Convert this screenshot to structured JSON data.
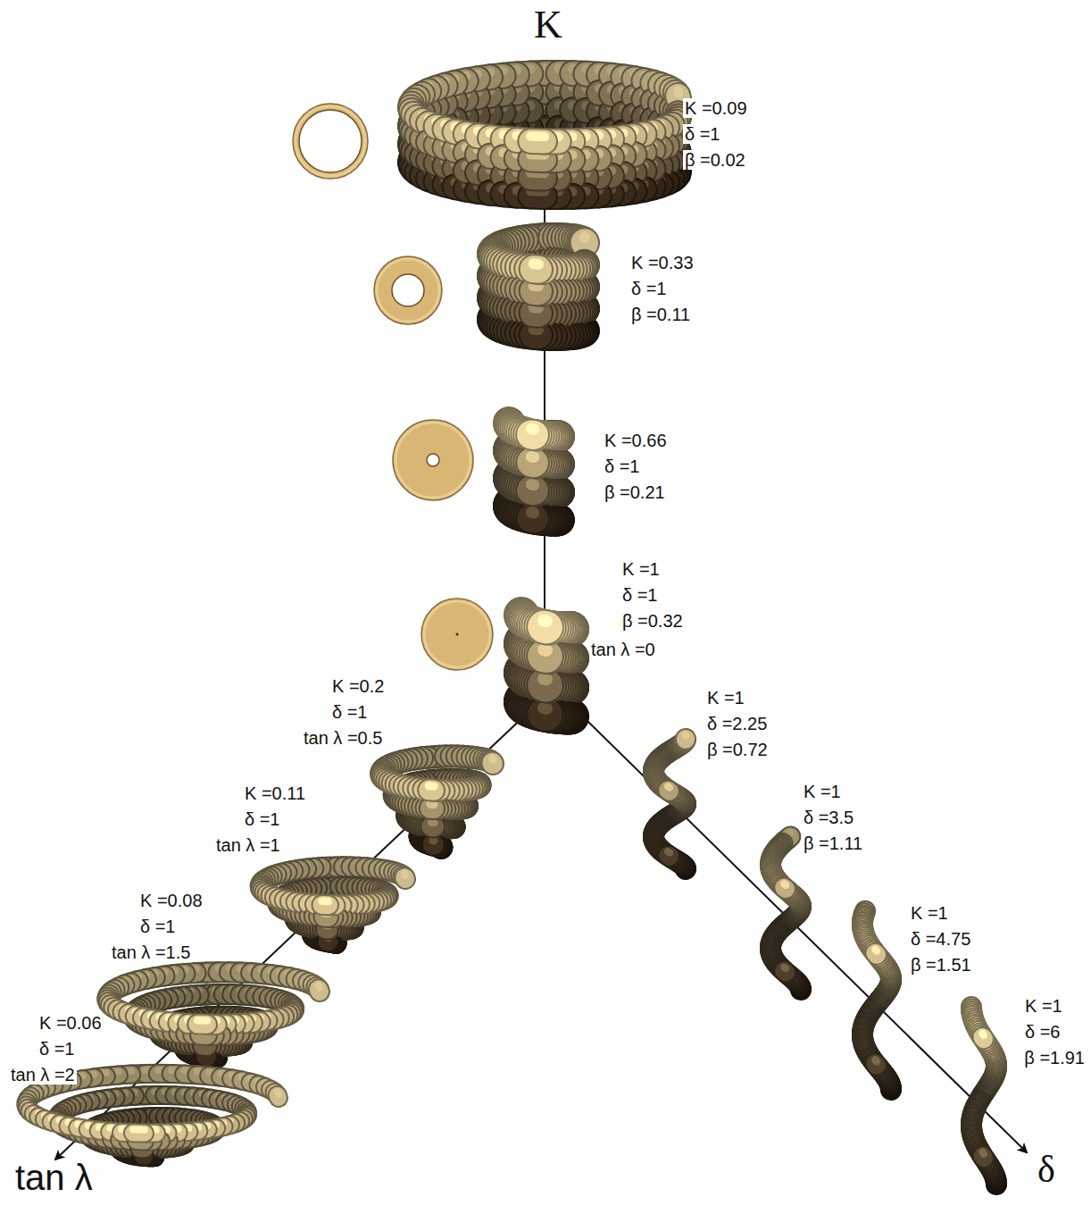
{
  "diagram": {
    "labels": [
      "K",
      "K =0.09",
      "δ =1",
      "β =0.02",
      "K =0.33",
      "δ =1",
      "β =0.11",
      "K =0.66",
      "δ =1",
      "β =0.21",
      "K =1",
      "δ =1",
      "β =0.32",
      "tan λ =0",
      "K =0.2",
      "δ =1",
      "tan λ =0.5",
      "K =0.11",
      "δ =1",
      "tan λ =1",
      "K =0.08",
      "δ =1",
      "tan λ =1.5",
      "K =0.06",
      "δ =1",
      "tan λ =2",
      "K =1",
      "δ =2.25",
      "β =0.72",
      "K =1",
      "δ =3.5",
      "β =1.11",
      "K =1",
      "δ =4.75",
      "β =1.51",
      "K =1",
      "δ =6",
      "β =1.91",
      "tan λ",
      "δ"
    ]
  }
}
